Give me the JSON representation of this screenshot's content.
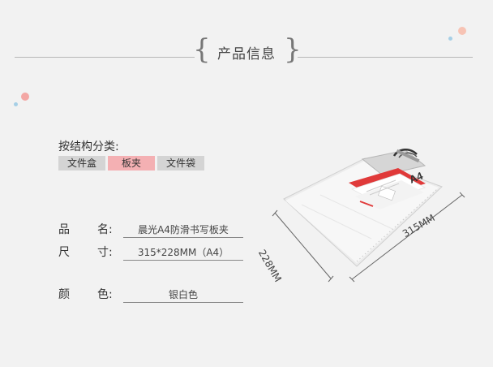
{
  "section": {
    "title": "产品信息"
  },
  "classification": {
    "label": "按结构分类:",
    "tags": [
      {
        "label": "文件盒",
        "active": false
      },
      {
        "label": "板夹",
        "active": true
      },
      {
        "label": "文件袋",
        "active": false
      }
    ]
  },
  "specs": {
    "name": {
      "k1": "品",
      "k2": "名:",
      "value": "晨光A4防滑书写板夹"
    },
    "size": {
      "k1": "尺",
      "k2": "寸:",
      "value": "315*228MM（A4）"
    },
    "color": {
      "k1": "颜",
      "k2": "色:",
      "value": "银白色"
    }
  },
  "product": {
    "badge": "A4",
    "dim_width": "228MM",
    "dim_height": "315MM"
  },
  "colors": {
    "accent_pink": "#f4b0b3",
    "dot_blue": "#a6cfe6",
    "dot_pink": "#f3a7a4",
    "label_red": "#e03a3a"
  }
}
